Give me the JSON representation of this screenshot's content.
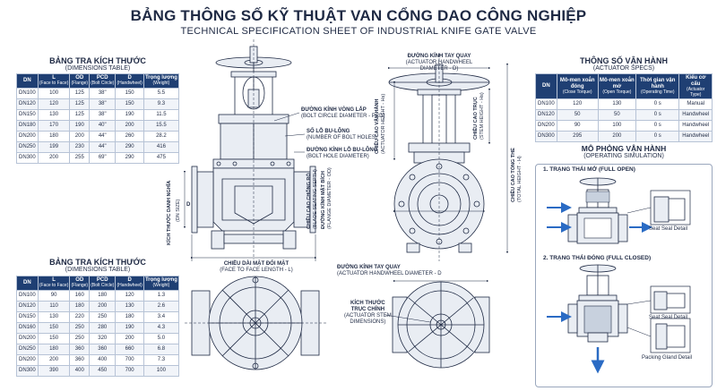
{
  "header": {
    "title_vn": "BẢNG THÔNG SỐ KỸ THUẬT VAN CỔNG DAO CÔNG NGHIỆP",
    "title_en": "TECHNICAL SPECIFICATION SHEET OF INDUSTRIAL KNIFE GATE VALVE"
  },
  "dim_table_1": {
    "title": "BẢNG TRA KÍCH THƯỚC",
    "subtitle": "(DIMENSIONS TABLE)",
    "headers": [
      {
        "main": "DN",
        "sub": ""
      },
      {
        "main": "L",
        "sub": "(Face to Face)"
      },
      {
        "main": "OD",
        "sub": "(Flange)"
      },
      {
        "main": "PCD",
        "sub": "(Bolt Circle)"
      },
      {
        "main": "D",
        "sub": "(Handwheel)"
      },
      {
        "main": "Trọng lượng",
        "sub": "(Weight)"
      }
    ],
    "rows": [
      [
        "DN100",
        "100",
        "125",
        "38\"",
        "150",
        "5.5"
      ],
      [
        "DN120",
        "120",
        "125",
        "38\"",
        "150",
        "9.3"
      ],
      [
        "DN150",
        "130",
        "125",
        "38\"",
        "190",
        "11.5"
      ],
      [
        "DN180",
        "170",
        "190",
        "40\"",
        "200",
        "15.5"
      ],
      [
        "DN200",
        "180",
        "200",
        "44\"",
        "260",
        "28.2"
      ],
      [
        "DN250",
        "199",
        "230",
        "44\"",
        "290",
        "416"
      ],
      [
        "DN300",
        "200",
        "255",
        "69\"",
        "290",
        "475"
      ]
    ]
  },
  "dim_table_2": {
    "title": "BẢNG TRA KÍCH THƯỚC",
    "subtitle": "(DIMENSIONS TABLE)",
    "headers": [
      {
        "main": "DN",
        "sub": ""
      },
      {
        "main": "L",
        "sub": "(Face to Face)"
      },
      {
        "main": "OD",
        "sub": "(Flange)"
      },
      {
        "main": "PCD",
        "sub": "(Bolt Circle)"
      },
      {
        "main": "D",
        "sub": "(Handwheel)"
      },
      {
        "main": "Trọng lượng",
        "sub": "(Weight)"
      }
    ],
    "rows": [
      [
        "DN100",
        "90",
        "160",
        "180",
        "120",
        "1.3"
      ],
      [
        "DN120",
        "110",
        "180",
        "200",
        "130",
        "2.6"
      ],
      [
        "DN150",
        "130",
        "220",
        "250",
        "180",
        "3.4"
      ],
      [
        "DN160",
        "150",
        "250",
        "280",
        "190",
        "4.3"
      ],
      [
        "DN200",
        "150",
        "250",
        "320",
        "200",
        "5.0"
      ],
      [
        "DN250",
        "180",
        "360",
        "360",
        "660",
        "6.8"
      ],
      [
        "DN200",
        "200",
        "360",
        "400",
        "700",
        "7.3"
      ],
      [
        "DN300",
        "390",
        "400",
        "450",
        "700",
        "100"
      ]
    ]
  },
  "actuator_table": {
    "title": "THÔNG SỐ VẬN HÀNH",
    "subtitle": "(ACTUATOR SPECS)",
    "headers": [
      {
        "main": "DN",
        "sub": ""
      },
      {
        "main": "Mô-men xoắn đóng",
        "sub": "(Close Torque)"
      },
      {
        "main": "Mô-men xoắn mở",
        "sub": "(Open Torque)"
      },
      {
        "main": "Thời gian vận hành",
        "sub": "(Operating Time)"
      },
      {
        "main": "Kiểu cơ cấu",
        "sub": "(Actuator Type)"
      }
    ],
    "rows": [
      [
        "DN100",
        "120",
        "130",
        "0 s",
        "Manual"
      ],
      [
        "DN120",
        "50",
        "50",
        "0 s",
        "Handwheel"
      ],
      [
        "DN200",
        "90",
        "100",
        "0 s",
        "Handwheel"
      ],
      [
        "DN300",
        "295",
        "200",
        "0 s",
        "Handwheel"
      ]
    ]
  },
  "simulation": {
    "title": "MÔ PHỎNG VẬN HÀNH",
    "subtitle": "(OPERATING SIMULATION)",
    "state_open": "1. TRẠNG THÁI MỞ (FULL OPEN)",
    "state_closed": "2. TRẠNG THÁI ĐÓNG (FULL CLOSED)",
    "seat_seal_1": "Seat Seal Detail",
    "seat_seal_2": "Seat Seal Detail",
    "packing": "Packing Gland Detail"
  },
  "labels": {
    "bolt_circle_vn": "ĐƯỜNG KÍNH VÒNG LẮP",
    "bolt_circle_en": "(BOLT CIRCLE DIAMETER - PCD)",
    "bolt_holes_vn": "SỐ LỖ BU-LÔNG",
    "bolt_holes_en": "(NUMBER OF BOLT HOLES)",
    "bolt_hole_dia_vn": "ĐƯỜNG KÍNH LỖ BU-LÔNG",
    "bolt_hole_dia_en": "(BOLT HOLE DIAMETER)",
    "nominal_vn": "KÍCH THƯỚC DANH NGHĨA",
    "nominal_en": "(DN SIZE)",
    "nominal_d": "D",
    "face_vn": "CHIỀU DÀI MẶT ĐỐI MẶT",
    "face_en": "(FACE TO FACE LENGTH - L)",
    "seal_vn": "CHIỀU CAO CHỐNG RÒ",
    "seal_en": "(BLADE SEATING SEPTH)",
    "flange_vn": "ĐƯỜNG KÍNH MẶT BÍCH",
    "flange_en": "(FLANGE DIAMETER - OD)",
    "handwheel_vn": "ĐƯỜNG KÍNH TAY QUAY",
    "handwheel_en": "(ACTUATOR HANDWHEEL DIAMETER - D)",
    "act_height_vn": "CHIỀU CAO VẬN HÀNH",
    "act_height_en": "(ACTUATOR HEIGHT - Hs)",
    "stem_height_vn": "CHIỀU CAO TRỤC",
    "stem_height_en": "(STEM HEIGHT - Hs)",
    "total_height_vn": "CHIỀU CAO TỔNG THỂ",
    "total_height_en": "(TOTAL HEIGHT - H)",
    "handwheel2_vn": "ĐƯỜNG KÍNH TAY QUAY",
    "handwheel2_en": "(ACTUATOR HANDWHEEL DIAMETER - D",
    "stem_dim_vn1": "KÍCH THƯỚC",
    "stem_dim_vn2": "TRỤC CHÍNH",
    "stem_dim_en1": "(ACTUATOR STEM",
    "stem_dim_en2": "DIMENSIONS)"
  },
  "colors": {
    "header_blue": "#1f3f73",
    "line": "#1f2a44",
    "arrow_blue": "#2a6bc4"
  }
}
